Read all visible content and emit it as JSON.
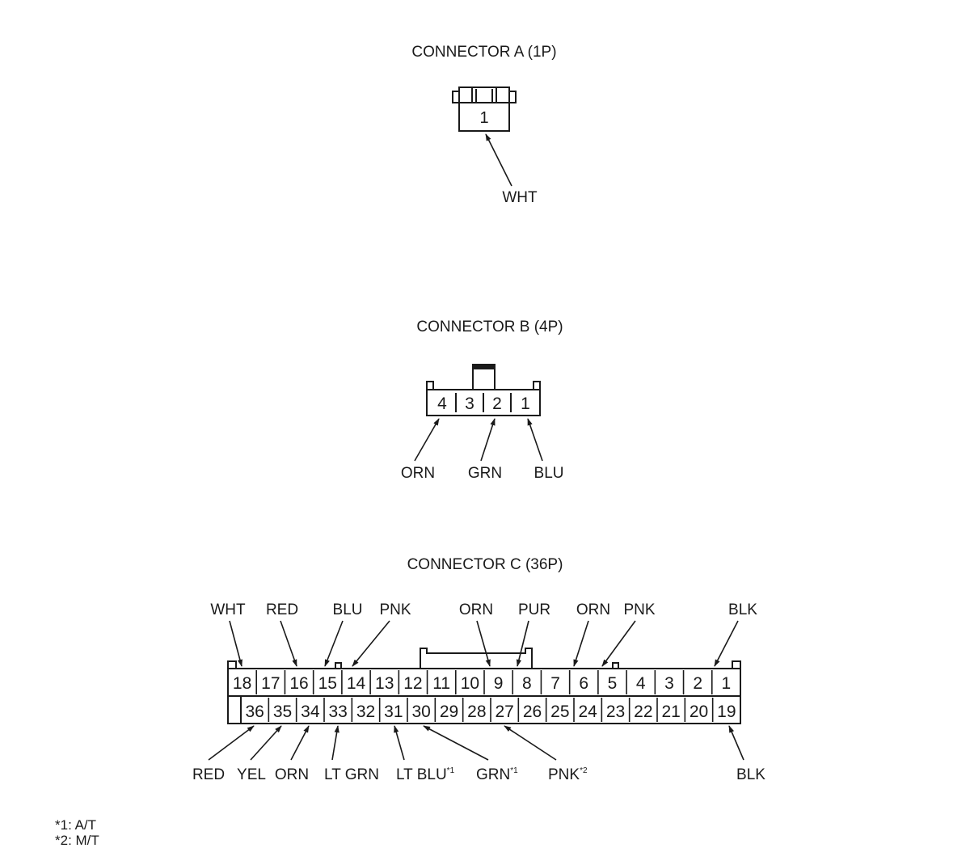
{
  "connector_a": {
    "title": "CONNECTOR A (1P)",
    "pins": [
      {
        "num": "1",
        "wire": "WHT"
      }
    ]
  },
  "connector_b": {
    "title": "CONNECTOR B (4P)",
    "pins": [
      {
        "num": "4",
        "wire": "ORN"
      },
      {
        "num": "3",
        "wire": ""
      },
      {
        "num": "2",
        "wire": "GRN"
      },
      {
        "num": "1",
        "wire": "BLU"
      }
    ]
  },
  "connector_c": {
    "title": "CONNECTOR C (36P)",
    "top_row": [
      "18",
      "17",
      "16",
      "15",
      "14",
      "13",
      "12",
      "11",
      "10",
      "9",
      "8",
      "7",
      "6",
      "5",
      "4",
      "3",
      "2",
      "1"
    ],
    "bottom_row": [
      "36",
      "35",
      "34",
      "33",
      "32",
      "31",
      "30",
      "29",
      "28",
      "27",
      "26",
      "25",
      "24",
      "23",
      "22",
      "21",
      "20",
      "19"
    ],
    "top_labels": [
      {
        "wire": "WHT",
        "pin": "18"
      },
      {
        "wire": "RED",
        "pin": "16"
      },
      {
        "wire": "BLU",
        "pin": "15"
      },
      {
        "wire": "PNK",
        "pin": "14"
      },
      {
        "wire": "ORN",
        "pin": "9"
      },
      {
        "wire": "PUR",
        "pin": "8"
      },
      {
        "wire": "ORN",
        "pin": "6"
      },
      {
        "wire": "PNK",
        "pin": "5"
      },
      {
        "wire": "BLK",
        "pin": "1"
      }
    ],
    "bottom_labels": [
      {
        "wire": "RED",
        "note": "",
        "pin": "36"
      },
      {
        "wire": "YEL",
        "note": "",
        "pin": "35"
      },
      {
        "wire": "ORN",
        "note": "",
        "pin": "34"
      },
      {
        "wire": "LT GRN",
        "note": "",
        "pin": "33"
      },
      {
        "wire": "LT BLU",
        "note": "*1",
        "pin": "31"
      },
      {
        "wire": "GRN",
        "note": "*1",
        "pin": "30"
      },
      {
        "wire": "PNK",
        "note": "*2",
        "pin": "27"
      },
      {
        "wire": "BLK",
        "note": "",
        "pin": "19"
      }
    ]
  },
  "footnotes": [
    "*1: A/T",
    "*2: M/T"
  ]
}
